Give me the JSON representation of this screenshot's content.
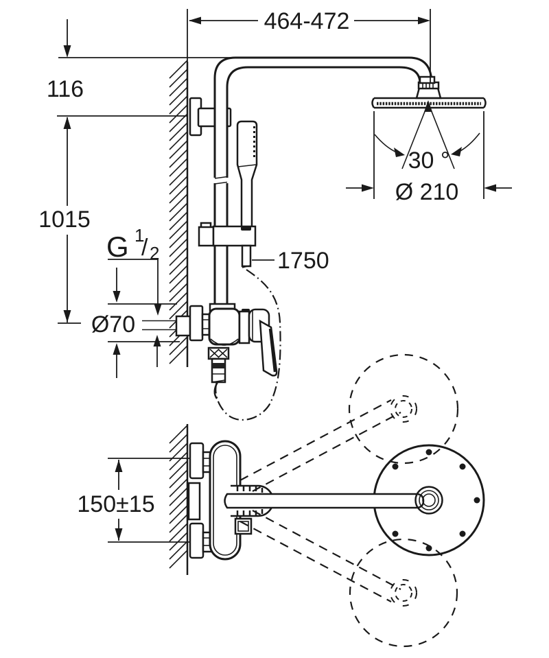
{
  "labels": {
    "width_range": "464-472",
    "wall_offset": "116",
    "rail_height": "1015",
    "thread": {
      "prefix": "G",
      "numerator": "1",
      "slash": "/",
      "denominator": "2"
    },
    "supply_escutcheon_diameter": "Ø70",
    "hose_length": "1750",
    "head_swivel_angle": "30 °",
    "head_diameter": "Ø 210",
    "supply_spacing": "150±15"
  },
  "colors": {
    "line": "#1a1a1a",
    "background": "#ffffff"
  }
}
